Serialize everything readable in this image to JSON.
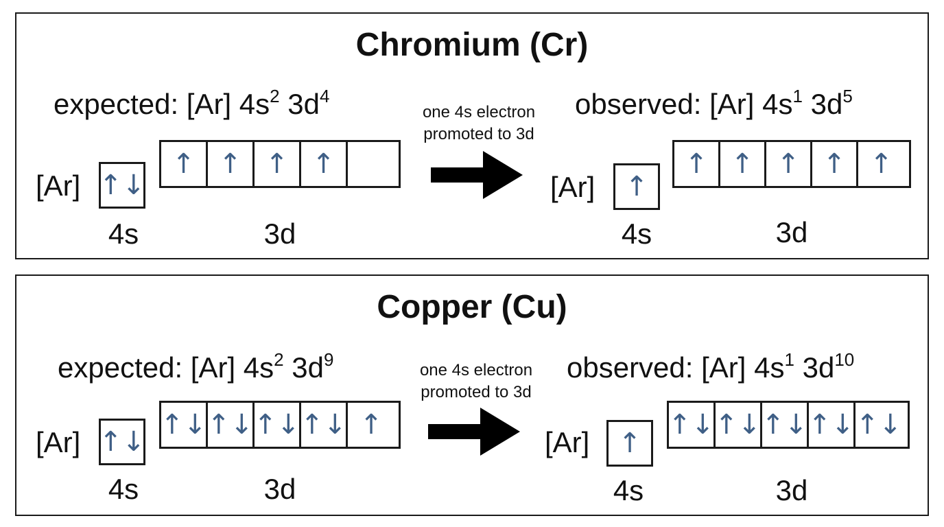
{
  "panels": {
    "cr": {
      "title": "Chromium (Cr)",
      "expected": {
        "prefix": "expected: [Ar] 4s",
        "s_exp": "2",
        "mid": " 3d",
        "d_exp": "4"
      },
      "observed": {
        "prefix": "observed: [Ar] 4s",
        "s_exp": "1",
        "mid": " 3d",
        "d_exp": "5"
      },
      "note": [
        "one 4s electron",
        "promoted to 3d"
      ],
      "left": {
        "core": "[Ar]",
        "s_label": "4s",
        "d_label": "3d",
        "s_box": "pair",
        "d_boxes": [
          "up",
          "up",
          "up",
          "up",
          "empty"
        ]
      },
      "right": {
        "core": "[Ar]",
        "s_label": "4s",
        "d_label": "3d",
        "s_box": "up",
        "d_boxes": [
          "up",
          "up",
          "up",
          "up",
          "up"
        ]
      }
    },
    "cu": {
      "title": "Copper (Cu)",
      "expected": {
        "prefix": "expected: [Ar] 4s",
        "s_exp": "2",
        "mid": " 3d",
        "d_exp": "9"
      },
      "observed": {
        "prefix": "observed: [Ar] 4s",
        "s_exp": "1",
        "mid": " 3d",
        "d_exp": "10"
      },
      "note": [
        "one 4s electron",
        "promoted to 3d"
      ],
      "left": {
        "core": "[Ar]",
        "s_label": "4s",
        "d_label": "3d",
        "s_box": "pair",
        "d_boxes": [
          "pair",
          "pair",
          "pair",
          "pair",
          "up"
        ]
      },
      "right": {
        "core": "[Ar]",
        "s_label": "4s",
        "d_label": "3d",
        "s_box": "up",
        "d_boxes": [
          "pair",
          "pair",
          "pair",
          "pair",
          "pair"
        ]
      }
    }
  },
  "glyphs": {
    "up": "↑",
    "down": "↓"
  },
  "colors": {
    "electron": "#3f5f86",
    "border": "#1a1a1a"
  }
}
